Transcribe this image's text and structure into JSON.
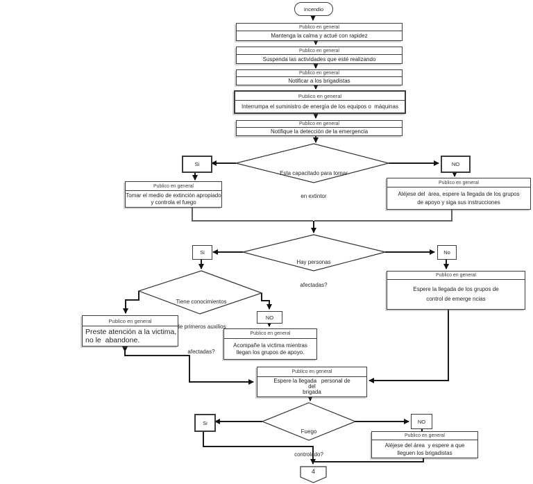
{
  "palette": {
    "line": "#1a1a1a",
    "merge_line": "#5f5f5f",
    "box_border": "#3c3c3c",
    "background": "#ffffff"
  },
  "start": {
    "label": "Incendio"
  },
  "header": "Publico en general",
  "steps": [
    {
      "title": "Publico en general",
      "body": "Mantenga la calma y actué con rapidez"
    },
    {
      "title": "Publico en general",
      "body": "Suspenda las actividades que esté realizando"
    },
    {
      "title": "Publico en general",
      "body": "Notificar a los brigadistas"
    },
    {
      "title": "Publico en general",
      "body": "Interrumpa el suministro de energía de los equipos o  máquinas"
    },
    {
      "title": "Publico en general",
      "body": "Notifique la detección de la emergencia"
    }
  ],
  "decision1": {
    "line1": "Esta capacitado para tomar",
    "line2": "en extintor",
    "yes": "Si",
    "no": "NO"
  },
  "take_box": {
    "title": "Publico en general",
    "body1": "Tomar el medio de extinción apropiado",
    "body2": "y controla el fuego"
  },
  "away_box": {
    "title": "Publico en general",
    "body1": "Aléjese del  área, espere la llegada de los grupos",
    "body2": "de apoyo y siga sus instrucciones"
  },
  "decision2": {
    "line1": "Hay personas",
    "line2": "afectadas?",
    "yes": "Si",
    "no": "No"
  },
  "decision3": {
    "line1": "Tiene conocimientos",
    "line2": "de primeros auxilios",
    "line3": "afectadas?",
    "no": "NO"
  },
  "victim_box": {
    "title": "Publico en general",
    "body1": "Preste atención a la victima,",
    "body2": "no le  abandone."
  },
  "accompany_box": {
    "title": "Publico en general",
    "body1": "Acompañe la victima mientras",
    "body2": "llegan los grupos de apoyo."
  },
  "wait_groups_box": {
    "title": "Publico en general",
    "body1": "Espere la llegada de los grupos de",
    "body2": "control de emerge ncias"
  },
  "brigade_box": {
    "title": "Publico en general",
    "body1": "Espere la llegada   personal de",
    "body2": "del",
    "body3": "brigada"
  },
  "decision4": {
    "line1": "Fuego",
    "line2": "controlado?",
    "yes": "Si",
    "no": "NO"
  },
  "leave_box": {
    "title": "Publico en general",
    "body1": "Aléjese del área  y espere a que",
    "body2": "lleguen los brigadistas"
  },
  "offpage_connector": {
    "label": "4"
  }
}
